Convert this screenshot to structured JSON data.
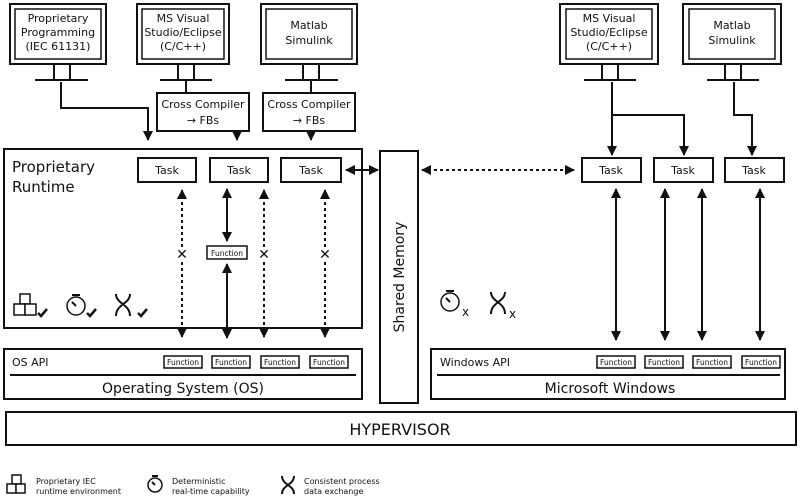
{
  "monitors": [
    {
      "lines": [
        "Proprietary",
        "Programming",
        "(IEC 61131)"
      ]
    },
    {
      "lines": [
        "MS Visual",
        "Studio/Eclipse",
        "(C/C++)"
      ]
    },
    {
      "lines": [
        "Matlab",
        "Simulink"
      ]
    },
    {
      "lines": [
        "MS Visual",
        "Studio/Eclipse",
        "(C/C++)"
      ]
    },
    {
      "lines": [
        "Matlab",
        "Simulink"
      ]
    }
  ],
  "cross_compilers": [
    {
      "lines": [
        "Cross Compiler",
        "→ FBs"
      ]
    },
    {
      "lines": [
        "Cross Compiler",
        "→ FBs"
      ]
    }
  ],
  "runtime": {
    "title_lines": [
      "Proprietary",
      "Runtime"
    ],
    "tasks": [
      "Task",
      "Task",
      "Task"
    ],
    "inner_function": "Function",
    "blocked_marker": "✕",
    "capability_icons": [
      "blocks-icon",
      "stopwatch-icon",
      "exchange-icon"
    ],
    "capability_status": "check"
  },
  "shared_memory": {
    "label": "Shared Memory"
  },
  "windows_side": {
    "tasks": [
      "Task",
      "Task",
      "Task"
    ],
    "capability_icons": [
      "stopwatch-icon",
      "exchange-icon"
    ],
    "capability_status": "x"
  },
  "os": {
    "api_label": "OS API",
    "functions": [
      "Function",
      "Function",
      "Function",
      "Function"
    ],
    "label": "Operating System (OS)"
  },
  "windows": {
    "api_label": "Windows API",
    "functions": [
      "Function",
      "Function",
      "Function",
      "Function"
    ],
    "label": "Microsoft Windows"
  },
  "hypervisor": {
    "label": "HYPERVISOR"
  },
  "legend": [
    {
      "icon": "blocks-icon",
      "lines": [
        "Proprietary IEC",
        "runtime environment"
      ]
    },
    {
      "icon": "stopwatch-icon",
      "lines": [
        "Deterministic",
        "real-time capability"
      ]
    },
    {
      "icon": "exchange-icon",
      "lines": [
        "Consistent process",
        "data exchange"
      ]
    }
  ]
}
